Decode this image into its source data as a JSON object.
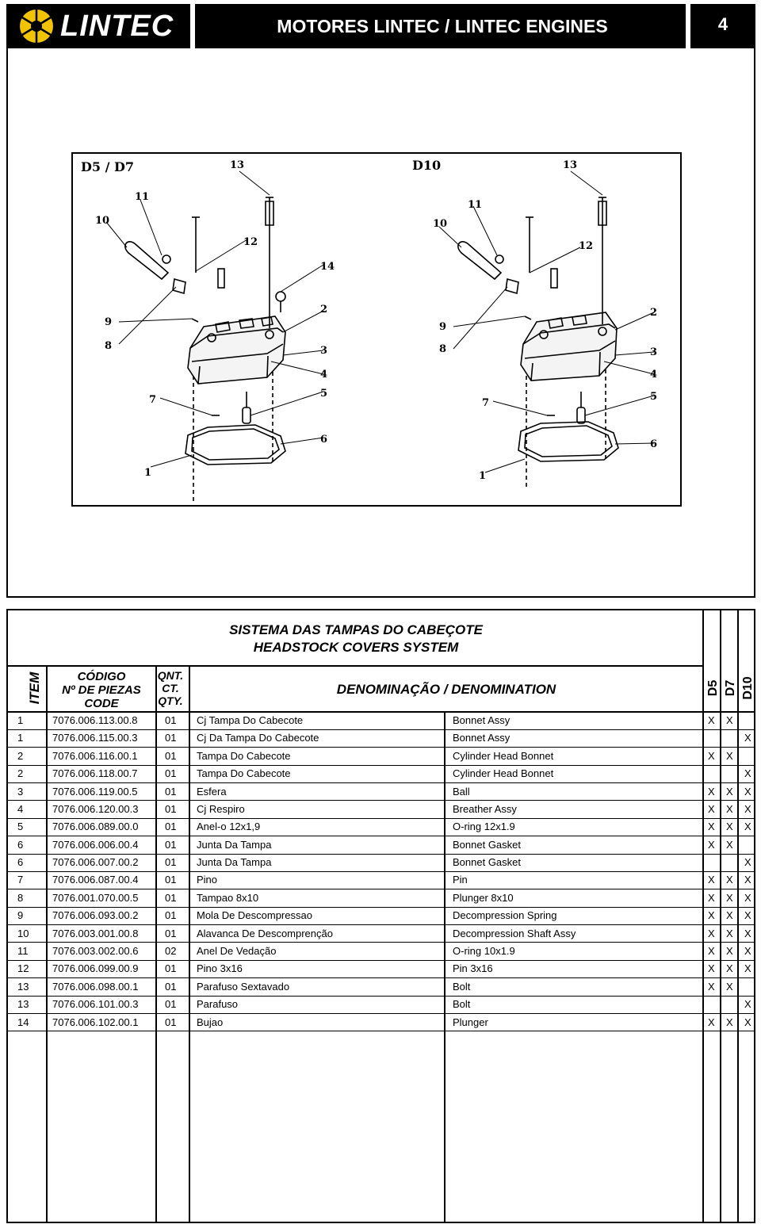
{
  "header": {
    "logo_text": "LINTEC",
    "title": "MOTORES LINTEC / LINTEC ENGINES",
    "page_number": "4"
  },
  "diagram": {
    "left_label": "D5 / D7",
    "right_label": "D10",
    "callouts": [
      "1",
      "2",
      "3",
      "4",
      "5",
      "6",
      "7",
      "8",
      "9",
      "10",
      "11",
      "12",
      "13",
      "14"
    ]
  },
  "table": {
    "title_pt": "SISTEMA DAS TAMPAS DO CABEÇOTE",
    "title_en": "HEADSTOCK COVERS SYSTEM",
    "col_item": "ITEM",
    "col_code_1": "CÓDIGO",
    "col_code_2": "Nº DE PIEZAS",
    "col_code_3": "CODE",
    "col_qty_1": "QNT.",
    "col_qty_2": "CT.",
    "col_qty_3": "QTY.",
    "col_denomination": "DENOMINAÇÃO / DENOMINATION",
    "col_d5": "D5",
    "col_d7": "D7",
    "col_d10": "D10",
    "rows": [
      {
        "item": "1",
        "code": "7076.006.113.00.8",
        "qty": "01",
        "pt": "Cj  Tampa Do Cabecote",
        "en": "Bonnet Assy",
        "d5": "X",
        "d7": "X",
        "d10": ""
      },
      {
        "item": "1",
        "code": "7076.006.115.00.3",
        "qty": "01",
        "pt": "Cj Da Tampa Do Cabecote",
        "en": "Bonnet Assy",
        "d5": "",
        "d7": "",
        "d10": "X"
      },
      {
        "item": "2",
        "code": "7076.006.116.00.1",
        "qty": "01",
        "pt": "Tampa Do Cabecote",
        "en": "Cylinder Head Bonnet",
        "d5": "X",
        "d7": "X",
        "d10": ""
      },
      {
        "item": "2",
        "code": "7076.006.118.00.7",
        "qty": "01",
        "pt": "Tampa Do Cabecote",
        "en": "Cylinder Head Bonnet",
        "d5": "",
        "d7": "",
        "d10": "X"
      },
      {
        "item": "3",
        "code": "7076.006.119.00.5",
        "qty": "01",
        "pt": "Esfera",
        "en": "Ball",
        "d5": "X",
        "d7": "X",
        "d10": "X"
      },
      {
        "item": "4",
        "code": "7076.006.120.00.3",
        "qty": "01",
        "pt": "Cj  Respiro",
        "en": "Breather  Assy",
        "d5": "X",
        "d7": "X",
        "d10": "X"
      },
      {
        "item": "5",
        "code": "7076.006.089.00.0",
        "qty": "01",
        "pt": "Anel-o 12x1,9",
        "en": "O-ring 12x1.9",
        "d5": "X",
        "d7": "X",
        "d10": "X"
      },
      {
        "item": "6",
        "code": "7076.006.006.00.4",
        "qty": "01",
        "pt": "Junta Da Tampa",
        "en": "Bonnet Gasket",
        "d5": "X",
        "d7": "X",
        "d10": ""
      },
      {
        "item": "6",
        "code": "7076.006.007.00.2",
        "qty": "01",
        "pt": "Junta Da Tampa",
        "en": "Bonnet Gasket",
        "d5": "",
        "d7": "",
        "d10": "X"
      },
      {
        "item": "7",
        "code": "7076.006.087.00.4",
        "qty": "01",
        "pt": "Pino",
        "en": "Pin",
        "d5": "X",
        "d7": "X",
        "d10": "X"
      },
      {
        "item": "8",
        "code": "7076.001.070.00.5",
        "qty": "01",
        "pt": "Tampao 8x10",
        "en": "Plunger 8x10",
        "d5": "X",
        "d7": "X",
        "d10": "X"
      },
      {
        "item": "9",
        "code": "7076.006.093.00.2",
        "qty": "01",
        "pt": "Mola De Descompressao",
        "en": "Decompression Spring",
        "d5": "X",
        "d7": "X",
        "d10": "X"
      },
      {
        "item": "10",
        "code": "7076.003.001.00.8",
        "qty": "01",
        "pt": "Alavanca De Descomprenção",
        "en": "Decompression  Shaft  Assy",
        "d5": "X",
        "d7": "X",
        "d10": "X"
      },
      {
        "item": "11",
        "code": "7076.003.002.00.6",
        "qty": "02",
        "pt": "Anel De Vedação",
        "en": "O-ring 10x1.9",
        "d5": "X",
        "d7": "X",
        "d10": "X"
      },
      {
        "item": "12",
        "code": "7076.006.099.00.9",
        "qty": "01",
        "pt": "Pino 3x16",
        "en": "Pin 3x16",
        "d5": "X",
        "d7": "X",
        "d10": "X"
      },
      {
        "item": "13",
        "code": "7076.006.098.00.1",
        "qty": "01",
        "pt": "Parafuso  Sextavado",
        "en": "Bolt",
        "d5": "X",
        "d7": "X",
        "d10": ""
      },
      {
        "item": "13",
        "code": "7076.006.101.00.3",
        "qty": "01",
        "pt": "Parafuso",
        "en": "Bolt",
        "d5": "",
        "d7": "",
        "d10": "X"
      },
      {
        "item": "14",
        "code": "7076.006.102.00.1",
        "qty": "01",
        "pt": "Bujao",
        "en": "Plunger",
        "d5": "X",
        "d7": "X",
        "d10": "X"
      }
    ]
  }
}
